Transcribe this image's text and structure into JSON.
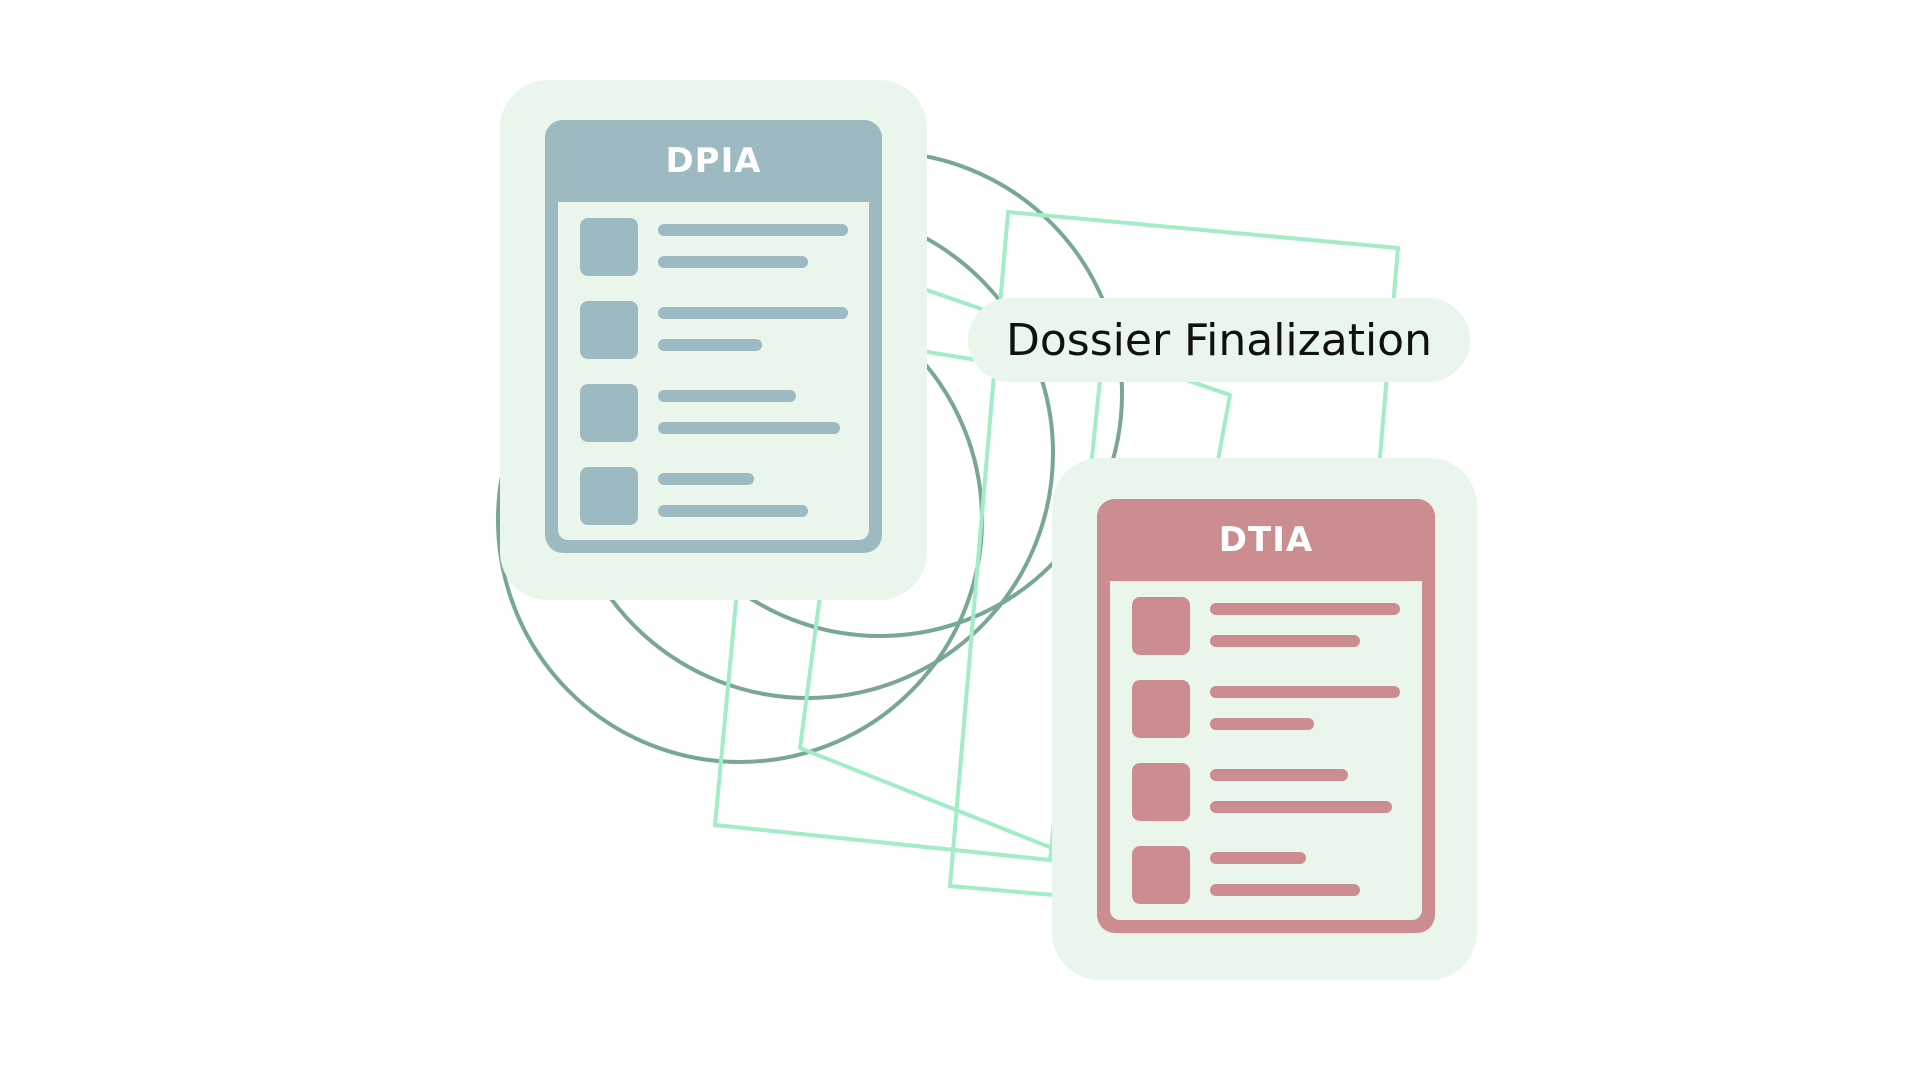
{
  "diagram": {
    "label": "Dossier Finalization",
    "documents": [
      {
        "title": "DPIA",
        "rows": 4
      },
      {
        "title": "DTIA",
        "rows": 4
      }
    ]
  },
  "colors": {
    "background": "#ffffff",
    "card": "#eaf5ec",
    "dpia": "#9dbac2",
    "dtia": "#cc8d91",
    "circles": "#78a792",
    "frames": "#a2ecc8",
    "label_text": "#111111"
  }
}
